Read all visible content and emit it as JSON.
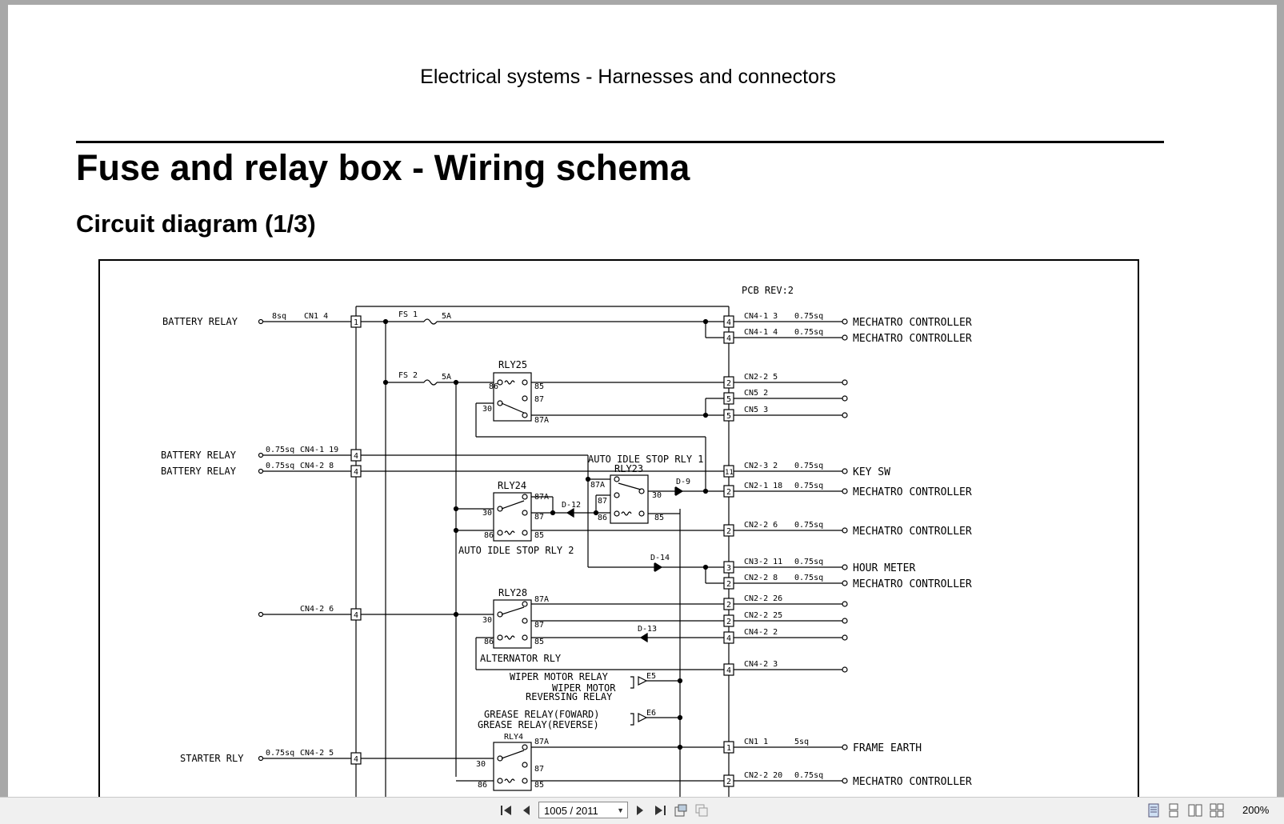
{
  "document": {
    "running_header": "Electrical systems - Harnesses and connectors",
    "title": "Fuse and relay box - Wiring schema",
    "section_title": "Circuit diagram (1/3)"
  },
  "diagram": {
    "pcb_rev": "PCB REV:2",
    "left_labels": {
      "battery_relay_1": "BATTERY RELAY",
      "battery_relay_2": "BATTERY RELAY",
      "battery_relay_3": "BATTERY RELAY",
      "starter_rly": "STARTER RLY"
    },
    "left_wires": {
      "w1_size": "8sq",
      "w1_conn": "CN1 4",
      "w2_size": "0.75sq",
      "w2_conn": "CN4-1 19",
      "w3_size": "0.75sq",
      "w3_conn": "CN4-2 8",
      "w4_conn": "CN4-2 6",
      "w5_size": "0.75sq",
      "w5_conn": "CN4-2 5"
    },
    "pin_numbers": {
      "p1": "1",
      "p4": "4",
      "p2": "2",
      "p5": "5",
      "p11": "11",
      "p3": "3"
    },
    "fuses": {
      "fs1": "FS 1",
      "fs1_rating": "5A",
      "fs2": "FS 2",
      "fs2_rating": "5A"
    },
    "relays": {
      "rly25": "RLY25",
      "rly24": "RLY24",
      "rly23": "RLY23",
      "rly28": "RLY28",
      "rly4": "RLY4",
      "auto_idle_1": "AUTO IDLE STOP RLY 1",
      "auto_idle_2": "AUTO IDLE STOP RLY 2",
      "alternator": "ALTERNATOR RLY"
    },
    "relay_pins": {
      "t85": "85",
      "t86": "86",
      "t87": "87",
      "t87a": "87A",
      "t30": "30"
    },
    "diodes": {
      "d9": "D-9",
      "d12": "D-12",
      "d13": "D-13",
      "d14": "D-14"
    },
    "mid_labels": {
      "wiper_motor_relay": "WIPER MOTOR RELAY",
      "wiper_motor": "WIPER MOTOR",
      "reversing_relay": "REVERSING RELAY",
      "e5": "E5",
      "grease_foward": "GREASE RELAY(FOWARD)",
      "grease_reverse": "GREASE RELAY(REVERSE)",
      "e6": "E6"
    },
    "right_rows": [
      {
        "conn": "CN4-1 3",
        "size": "0.75sq",
        "dest": "MECHATRO CONTROLLER"
      },
      {
        "conn": "CN4-1 4",
        "size": "0.75sq",
        "dest": "MECHATRO CONTROLLER"
      },
      {
        "conn": "CN2-2 5",
        "size": "",
        "dest": ""
      },
      {
        "conn": "CN5 2",
        "size": "",
        "dest": ""
      },
      {
        "conn": "CN5 3",
        "size": "",
        "dest": ""
      },
      {
        "conn": "CN2-3 2",
        "size": "0.75sq",
        "dest": "KEY SW"
      },
      {
        "conn": "CN2-1 18",
        "size": "0.75sq",
        "dest": "MECHATRO CONTROLLER"
      },
      {
        "conn": "CN2-2 6",
        "size": "0.75sq",
        "dest": "MECHATRO CONTROLLER"
      },
      {
        "conn": "CN3-2 11",
        "size": "0.75sq",
        "dest": "HOUR METER"
      },
      {
        "conn": "CN2-2 8",
        "size": "0.75sq",
        "dest": "MECHATRO CONTROLLER"
      },
      {
        "conn": "CN2-2 26",
        "size": "",
        "dest": ""
      },
      {
        "conn": "CN2-2 25",
        "size": "",
        "dest": ""
      },
      {
        "conn": "CN4-2 2",
        "size": "",
        "dest": ""
      },
      {
        "conn": "CN4-2 3",
        "size": "",
        "dest": ""
      },
      {
        "conn": "CN1 1",
        "size": "5sq",
        "dest": "FRAME EARTH"
      },
      {
        "conn": "CN2-2 20",
        "size": "0.75sq",
        "dest": "MECHATRO CONTROLLER"
      }
    ]
  },
  "toolbar": {
    "page_indicator": "1005 / 2011",
    "zoom": "200%",
    "icons": [
      "first-page-icon",
      "prev-page-icon",
      "next-page-icon",
      "last-page-icon",
      "export-icon",
      "copy-icon",
      "single-page-icon",
      "continuous-icon",
      "facing-icon",
      "continuous-facing-icon"
    ]
  }
}
